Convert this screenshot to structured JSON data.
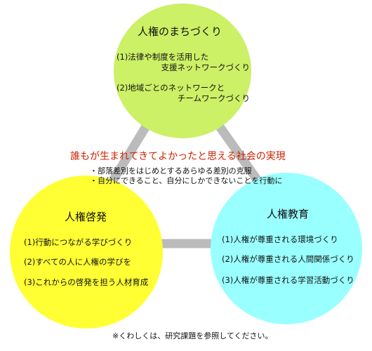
{
  "top": {
    "title": "人権のまちづくり",
    "items": [
      {
        "line1": "(1)法律や制度を活用した",
        "line2": "支援ネットワークづくり"
      },
      {
        "line1": "(2)地域ごとのネットワークと",
        "line2": "チームワークづくり"
      }
    ]
  },
  "left": {
    "title": "人権啓発",
    "items": [
      "(1)行動につながる学びづくり",
      "(2)すべての人に人権の学びを",
      "(3)これからの啓発を担う人材育成"
    ]
  },
  "right": {
    "title": "人権教育",
    "items": [
      "(1)人権が尊重される環境づくり",
      "(2)人権が尊重される人間関係づくり",
      "(3)人権が尊重される学習活動づくり"
    ]
  },
  "center": {
    "title": "誰もが生まれてきてよかったと思える社会の実現",
    "bullets": [
      "・部落差別をはじめとするあらゆる差別の克服",
      "・自分にできること、自分にしかできないことを行動に"
    ]
  },
  "footnote": "※くわしくは、研究課題を参照してください。",
  "colors": {
    "top_circle": "#ccf066",
    "left_circle": "#ffff33",
    "right_circle": "#99ffff",
    "connector": "#bbbbbb",
    "center_title": "#cc2200"
  }
}
